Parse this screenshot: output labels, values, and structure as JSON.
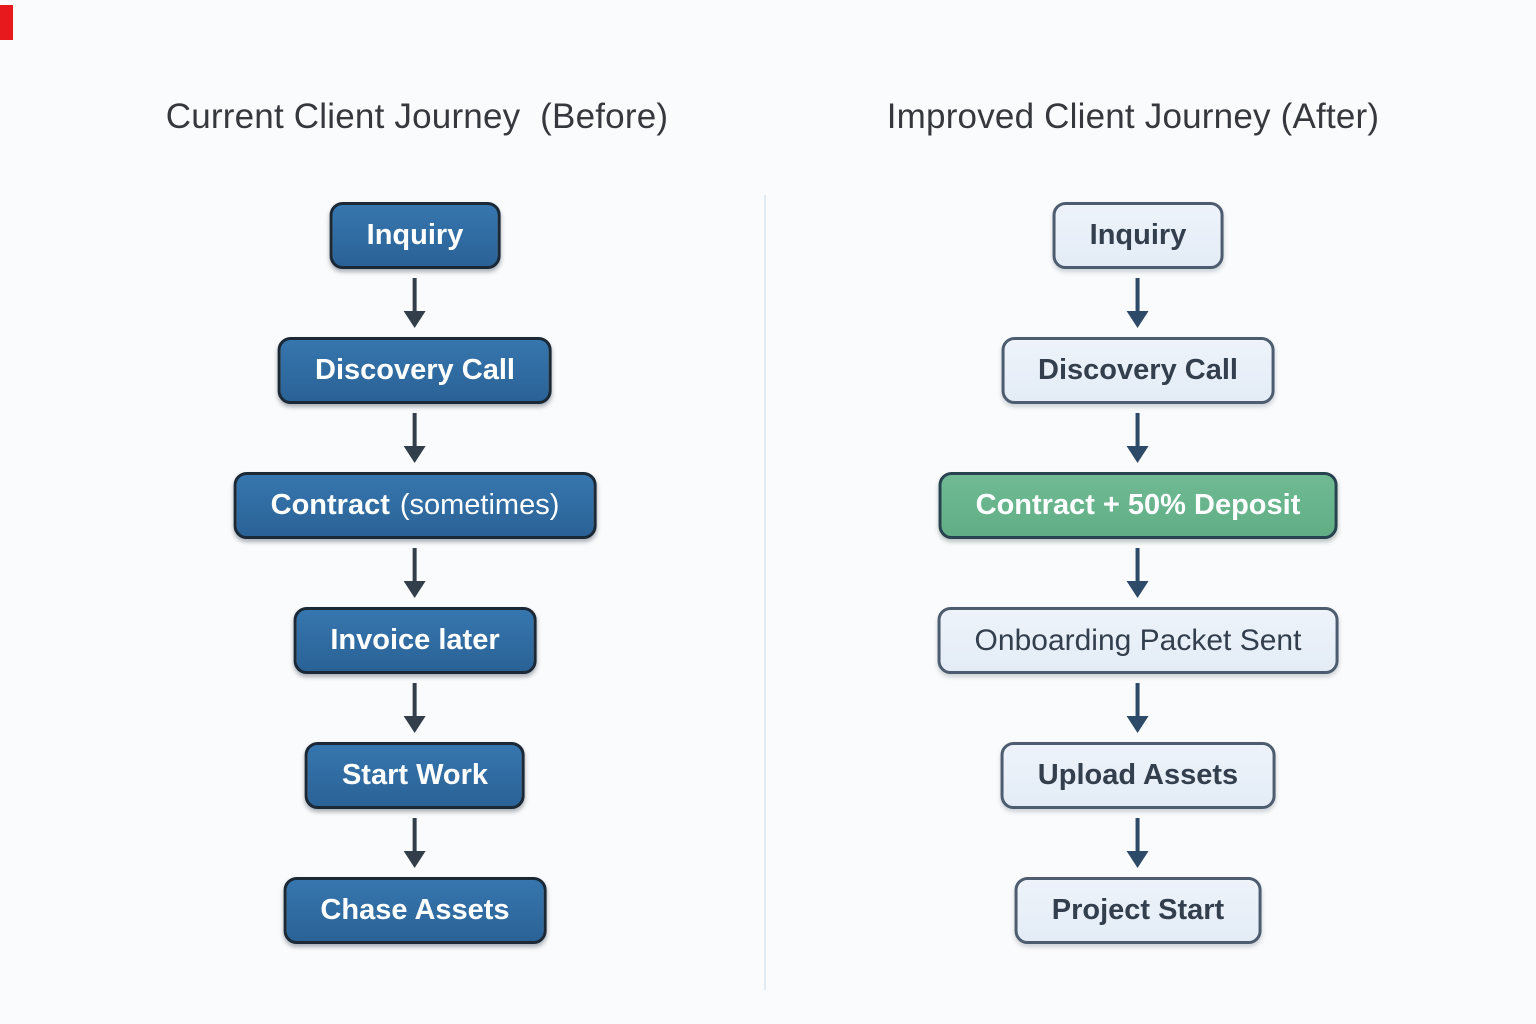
{
  "palette": {
    "background": "#fafbfc",
    "dark_box_fill": "#2e6ba3",
    "dark_box_border": "#1b2836",
    "light_box_fill": "#e8eff7",
    "light_box_border": "#4d5d6f",
    "green_box_fill": "#68b48c",
    "green_box_border": "#27434f",
    "box_text_on_dark": "#ffffff",
    "box_text_on_light": "#333f4d",
    "arrow_before": "#333e4b",
    "arrow_after": "#2d4b68",
    "title_color": "#35393e",
    "divider_color": "#e3ebf2",
    "corner_mark_color": "#e8191c"
  },
  "before": {
    "title": "Current Client Journey  (Before)",
    "steps": [
      {
        "label": "Inquiry",
        "variant": "dark"
      },
      {
        "label": "Discovery Call",
        "variant": "dark"
      },
      {
        "label": "Contract",
        "note": "(sometimes)",
        "variant": "dark"
      },
      {
        "label": "Invoice later",
        "variant": "dark"
      },
      {
        "label": "Start Work",
        "variant": "dark"
      },
      {
        "label": "Chase Assets",
        "variant": "dark"
      }
    ]
  },
  "after": {
    "title": "Improved Client Journey (After)",
    "steps": [
      {
        "label": "Inquiry",
        "variant": "light"
      },
      {
        "label": "Discovery Call",
        "variant": "light"
      },
      {
        "label": "Contract + 50% Deposit",
        "variant": "green"
      },
      {
        "label": "Onboarding Packet Sent",
        "variant": "light-regular"
      },
      {
        "label": "Upload Assets",
        "variant": "light"
      },
      {
        "label": "Project Start",
        "variant": "light"
      }
    ]
  }
}
